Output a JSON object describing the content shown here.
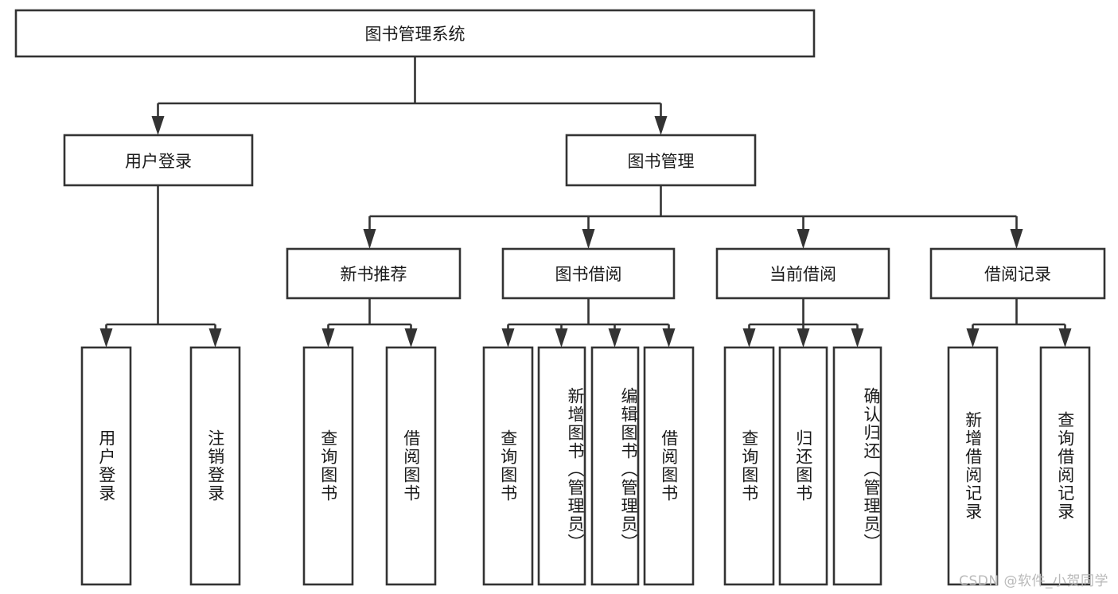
{
  "diagram": {
    "type": "hierarchy-tree",
    "title": "图书管理系统",
    "watermark": "CSDN @软件_小贺同学",
    "colors": {
      "stroke": "#333333",
      "fill": "#ffffff",
      "text": "#1a1a1a",
      "watermark": "#b9b9b9"
    },
    "levels": [
      {
        "level": 0,
        "nodes": [
          {
            "id": "root",
            "label": "图书管理系统",
            "orientation": "horizontal"
          }
        ]
      },
      {
        "level": 1,
        "nodes": [
          {
            "id": "login",
            "label": "用户登录",
            "orientation": "horizontal",
            "parent": "root"
          },
          {
            "id": "bookmgmt",
            "label": "图书管理",
            "orientation": "horizontal",
            "parent": "root"
          }
        ]
      },
      {
        "level": 2,
        "nodes": [
          {
            "id": "newbook",
            "label": "新书推荐",
            "orientation": "horizontal",
            "parent": "bookmgmt"
          },
          {
            "id": "borrow",
            "label": "图书借阅",
            "orientation": "horizontal",
            "parent": "bookmgmt"
          },
          {
            "id": "current",
            "label": "当前借阅",
            "orientation": "horizontal",
            "parent": "bookmgmt"
          },
          {
            "id": "records",
            "label": "借阅记录",
            "orientation": "horizontal",
            "parent": "bookmgmt"
          }
        ]
      },
      {
        "level": 3,
        "nodes": [
          {
            "id": "leaf-user-login",
            "label": "用户登录",
            "orientation": "vertical",
            "parent": "login"
          },
          {
            "id": "leaf-logout",
            "label": "注销登录",
            "orientation": "vertical",
            "parent": "login"
          },
          {
            "id": "leaf-query-book-1",
            "label": "查询图书",
            "orientation": "vertical",
            "parent": "newbook"
          },
          {
            "id": "leaf-borrow-book-1",
            "label": "借阅图书",
            "orientation": "vertical",
            "parent": "newbook"
          },
          {
            "id": "leaf-query-book-2",
            "label": "查询图书",
            "orientation": "vertical",
            "parent": "borrow"
          },
          {
            "id": "leaf-add-book",
            "label": "新增图书（管理员）",
            "orientation": "vertical",
            "parent": "borrow"
          },
          {
            "id": "leaf-edit-book",
            "label": "编辑图书（管理员）",
            "orientation": "vertical",
            "parent": "borrow"
          },
          {
            "id": "leaf-borrow-book-2",
            "label": "借阅图书",
            "orientation": "vertical",
            "parent": "borrow"
          },
          {
            "id": "leaf-query-book-3",
            "label": "查询图书",
            "orientation": "vertical",
            "parent": "current"
          },
          {
            "id": "leaf-return-book",
            "label": "归还图书",
            "orientation": "vertical",
            "parent": "current"
          },
          {
            "id": "leaf-confirm-return",
            "label": "确认归还（管理员）",
            "orientation": "vertical",
            "parent": "current"
          },
          {
            "id": "leaf-add-record",
            "label": "新增借阅记录",
            "orientation": "vertical",
            "parent": "records"
          },
          {
            "id": "leaf-query-record",
            "label": "查询借阅记录",
            "orientation": "vertical",
            "parent": "records"
          }
        ]
      }
    ]
  }
}
